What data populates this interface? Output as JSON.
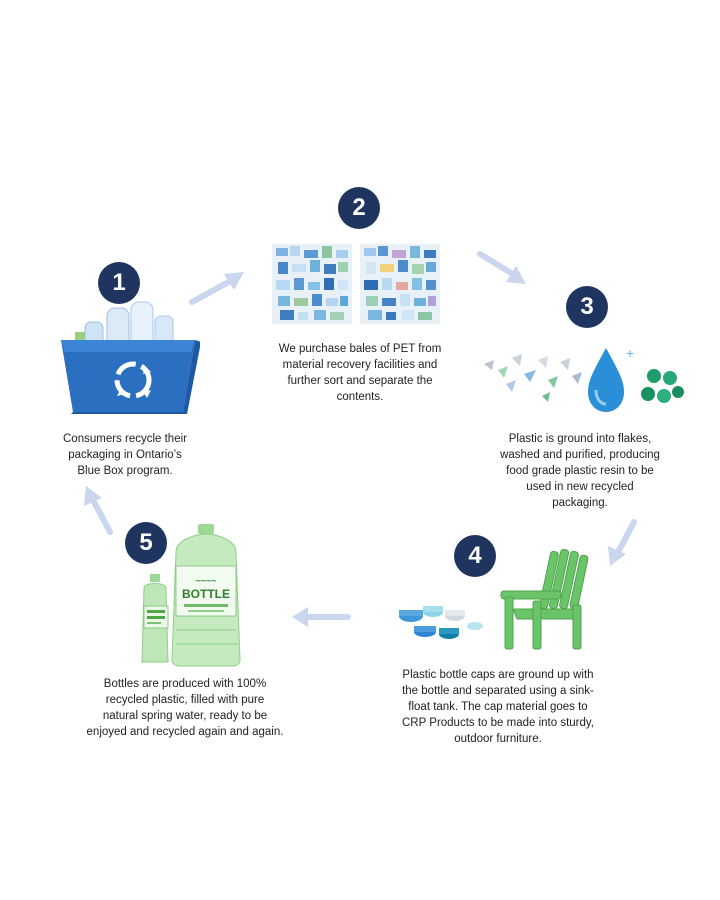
{
  "steps": [
    {
      "number": "1",
      "lines": [
        "Consumers recycle their",
        "packaging in Ontario’s",
        "Blue Box program."
      ]
    },
    {
      "number": "2",
      "lines": [
        "We purchase bales of PET from",
        "material recovery facilities and",
        "further sort and separate the",
        "contents."
      ]
    },
    {
      "number": "3",
      "lines": [
        "Plastic is ground into flakes,",
        "washed and purified, producing",
        "food grade plastic resin to be",
        "used in new recycled",
        "packaging."
      ]
    },
    {
      "number": "4",
      "lines": [
        "Plastic bottle caps are ground up with",
        "the bottle and separated using a sink-",
        "float tank. The cap material goes to",
        "CRP Products to be made into sturdy,",
        "outdoor furniture."
      ]
    },
    {
      "number": "5",
      "lines": [
        "Bottles are produced with 100%",
        "recycled plastic, filled with pure",
        "natural spring water, ready to be",
        "enjoyed and recycled again and again."
      ]
    }
  ],
  "bottle_label": "BOTTLE",
  "colors": {
    "badge": "#1f3560",
    "arrow": "#c9d6ee",
    "bin": "#2a6fc0",
    "bottle_green": "#8fd38a",
    "chair_green": "#6cc46a",
    "water_drop": "#2a8fd6"
  }
}
